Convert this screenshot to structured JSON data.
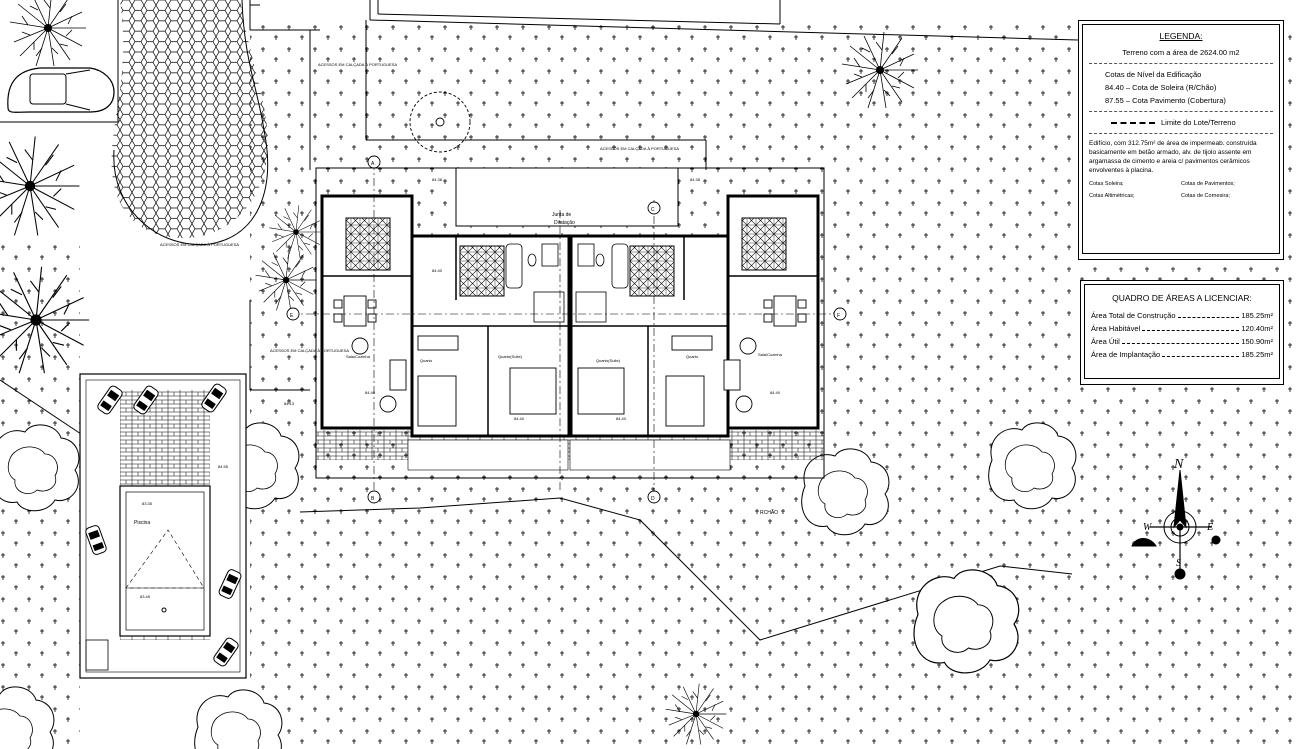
{
  "legend": {
    "title": "LEGENDA:",
    "terrain": "Terreno com a área de 2624.00 m2",
    "levels_title": "Cotas de Nível da Edificação",
    "level_1": "84.40 – Cota de Soleira (R/Chão)",
    "level_2": "87.55 – Cota Pavimento (Cobertura)",
    "limit": "Limite do Lote/Terreno",
    "description": "Edifício, com 312.75m² de área de impermeab. construída basicamente em betão armado, alv. de tijolo assente em argamassa de cimento e areia c/ pavimentos cerâmicos envolventes à placina.",
    "keys": [
      "Cotas Soleira;",
      "Cotas de Pavimentos;",
      "Cotas Altimétricas;",
      "Cotas de Cornesira;"
    ]
  },
  "areas": {
    "title": "QUADRO DE ÁREAS A LICENCIAR:",
    "rows": [
      {
        "label": "Área Total de Construção",
        "value": "185.25m²"
      },
      {
        "label": "Área Habitável",
        "value": "120.40m²"
      },
      {
        "label": "Área Útil",
        "value": "150.90m²"
      },
      {
        "label": "Área de Implantação",
        "value": "185.25m²"
      }
    ]
  },
  "compass": {
    "n": "N",
    "s": "S",
    "e": "E",
    "w": "W"
  },
  "plan": {
    "section_marks": [
      "A",
      "B",
      "C",
      "D",
      "E",
      "F"
    ],
    "joint_label": "Junta de",
    "joint_label_2": "Dilatação",
    "access_labels": [
      "ACESSOS EM CALÇADA À PORTUGUESA",
      "ACESSOS EM CALÇADA À PORTUGUESA",
      "ACESSOS EM CALÇADA À PORTUGUESA",
      "ACESSOS EM CALÇADA À PORTUGUESA"
    ],
    "rooms": [
      "Sala/Cozinha",
      "Quarto",
      "Quarto(Suite)",
      "Quarto(Suite)",
      "Quarto",
      "Sala/Cozinha",
      "Piscina"
    ],
    "levels": [
      "84.40",
      "84.40",
      "84.40",
      "84.40",
      "84.40",
      "84.38",
      "84.38",
      "84.13",
      "84.55",
      "83.35",
      "83.45"
    ],
    "terrain_word": "RCHÃO"
  }
}
